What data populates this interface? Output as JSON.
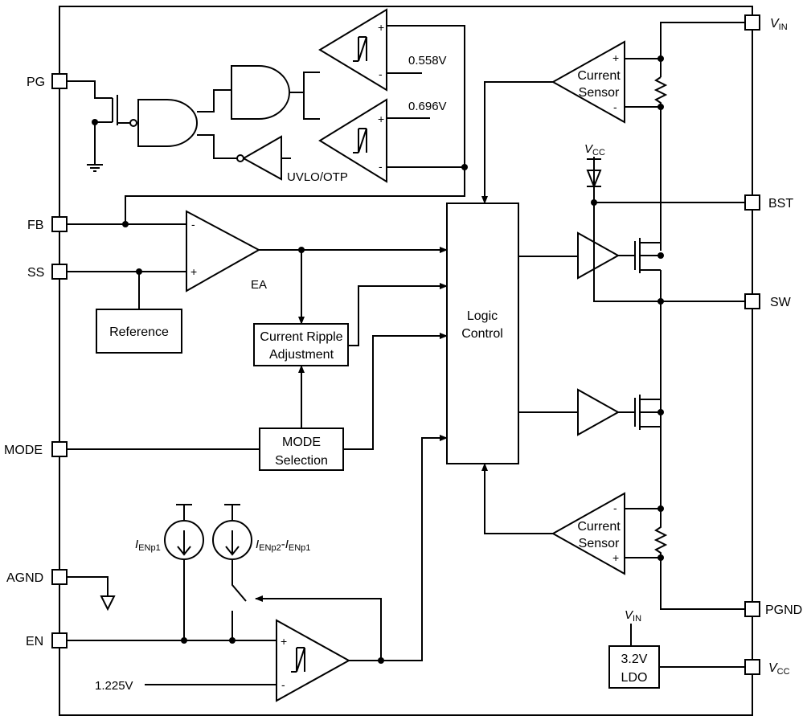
{
  "pins": {
    "pg": "PG",
    "fb": "FB",
    "ss": "SS",
    "mode": "MODE",
    "agnd": "AGND",
    "en": "EN",
    "vin_main": "V",
    "vin_sub": "IN",
    "bst": "BST",
    "sw": "SW",
    "pgnd": "PGND",
    "vcc_main": "V",
    "vcc_sub": "CC"
  },
  "blocks": {
    "reference": "Reference",
    "current_ripple_line1": "Current Ripple",
    "current_ripple_line2": "Adjustment",
    "mode_sel_line1": "MODE",
    "mode_sel_line2": "Selection",
    "logic_line1": "Logic",
    "logic_line2": "Control",
    "cs_top_line1": "Current",
    "cs_top_line2": "Sensor",
    "cs_bot_line1": "Current",
    "cs_bot_line2": "Sensor",
    "ldo_line1": "3.2V",
    "ldo_line2": "LDO"
  },
  "labels": {
    "v_558": "0.558V",
    "v_696": "0.696V",
    "uvlo": "UVLO/OTP",
    "ea": "EA",
    "v_1225": "1.225V",
    "vcc_diode_main": "V",
    "vcc_diode_sub": "CC",
    "ldo_vin_main": "V",
    "ldo_vin_sub": "IN",
    "ienp1_main": "I",
    "ienp1_sub": "ENp1",
    "ienp2_main": "I",
    "ienp2_sub": "ENp2",
    "ienp2_dash": "-",
    "ienp2b_main": "I",
    "ienp2b_sub": "ENp1"
  },
  "signs": {
    "plus": "+",
    "minus": "-"
  }
}
